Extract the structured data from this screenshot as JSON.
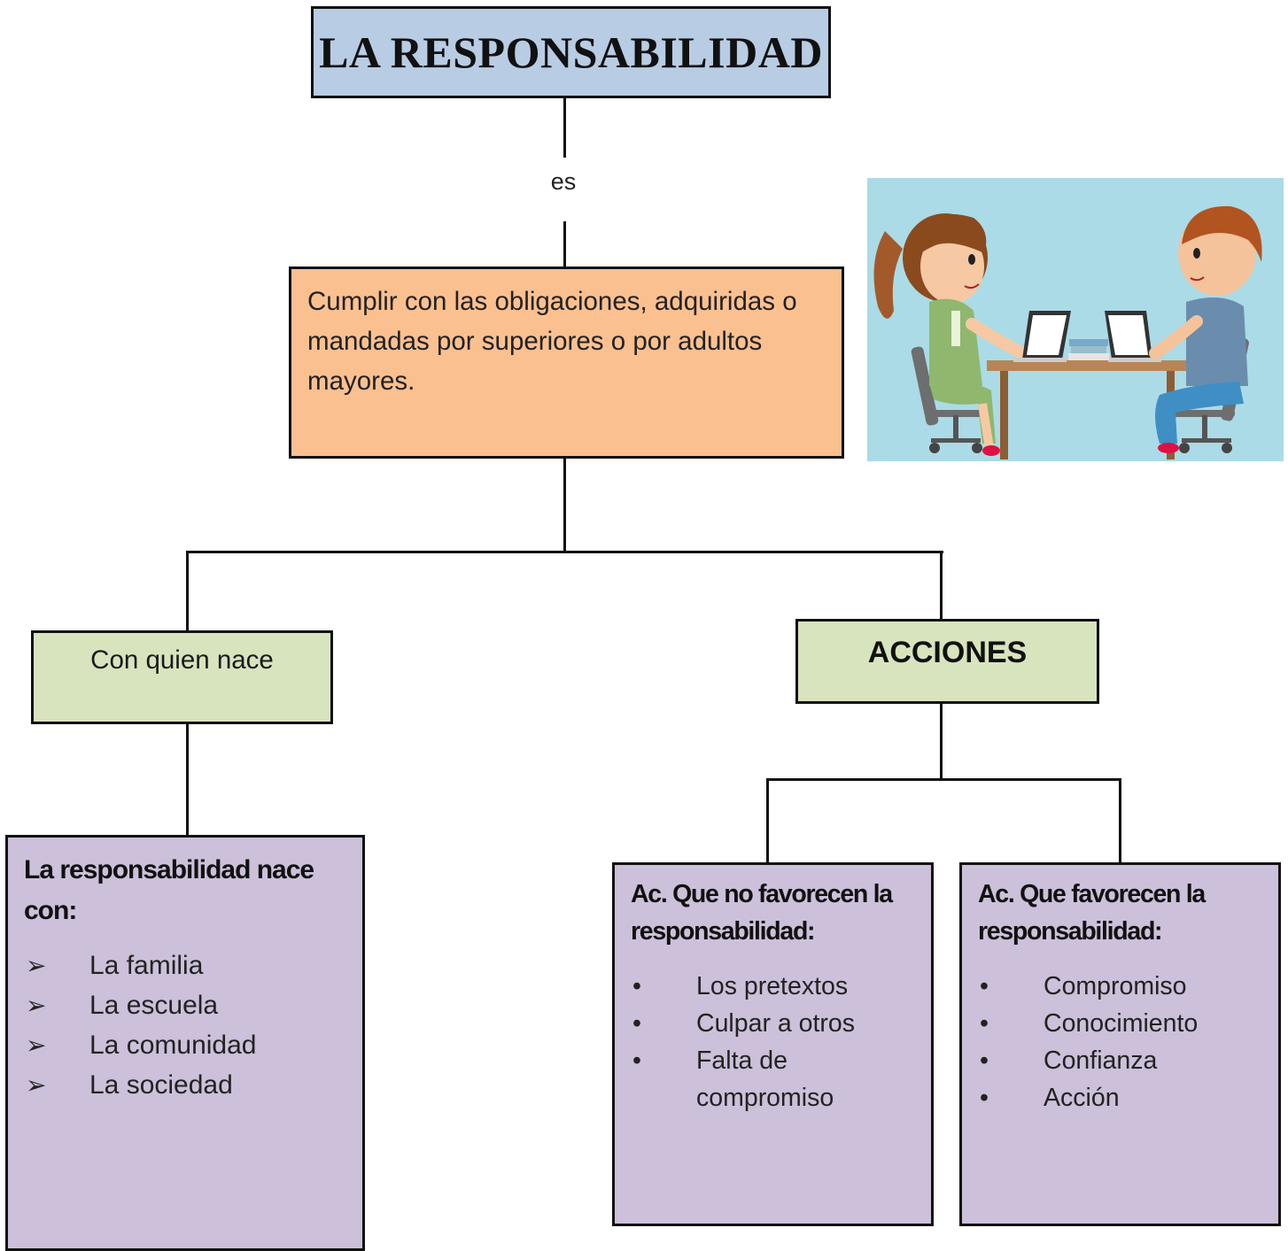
{
  "title": "LA RESPONSABILIDAD",
  "connector": "es",
  "definition": "Cumplir con las obligaciones, adquiridas o mandadas por superiores o por adultos mayores.",
  "left_branch": {
    "label": "Con quien nace",
    "detail": {
      "heading": "La responsabilidad nace con:",
      "items": [
        "La familia",
        "La escuela",
        "La comunidad",
        "La sociedad"
      ]
    }
  },
  "right_branch": {
    "label": "ACCIONES",
    "no_favorecen": {
      "heading": "Ac. Que no favorecen la responsabilidad:",
      "items": [
        "Los pretextos",
        "Culpar a otros",
        "Falta de compromiso"
      ]
    },
    "favorecen": {
      "heading": "Ac. Que favorecen la responsabilidad:",
      "items": [
        "Compromiso",
        "Conocimiento",
        "Confianza",
        "Acción"
      ]
    }
  },
  "colors": {
    "title_fill": "#b8cce4",
    "definition_fill": "#fac090",
    "branch_fill": "#d7e4bd",
    "detail_fill": "#ccc0da",
    "illustration_bg": "#abdbe6"
  },
  "icons": {
    "arrow_bullet": "➢",
    "dot_bullet": "•"
  }
}
